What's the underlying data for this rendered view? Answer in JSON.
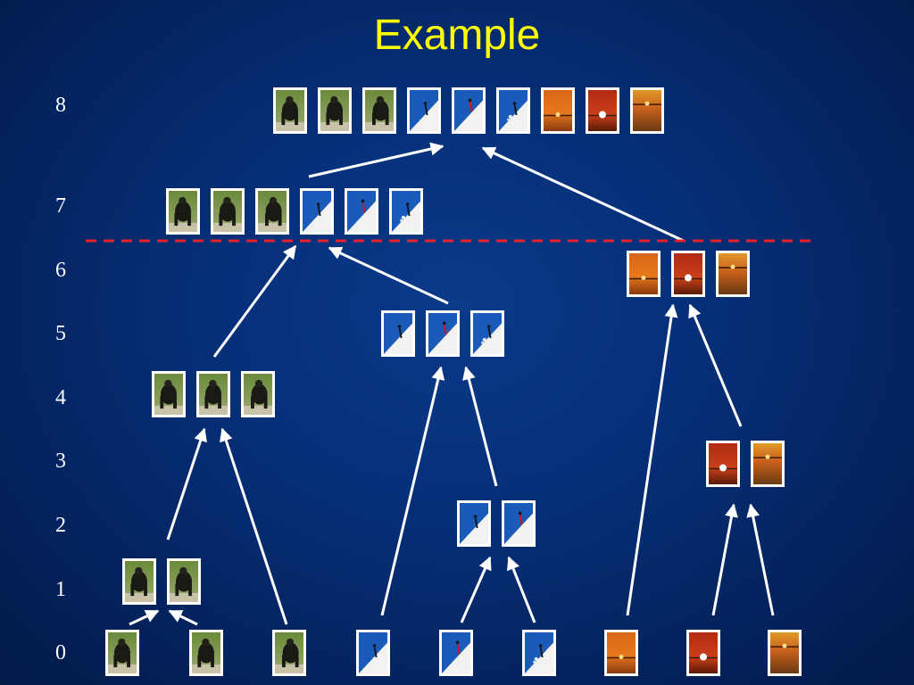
{
  "title": "Example",
  "level_labels": [
    "8",
    "7",
    "6",
    "5",
    "4",
    "3",
    "2",
    "1",
    "0"
  ],
  "threshold_line_color": "#e8212b",
  "image_classes": [
    "gorilla",
    "skier",
    "sunset"
  ]
}
